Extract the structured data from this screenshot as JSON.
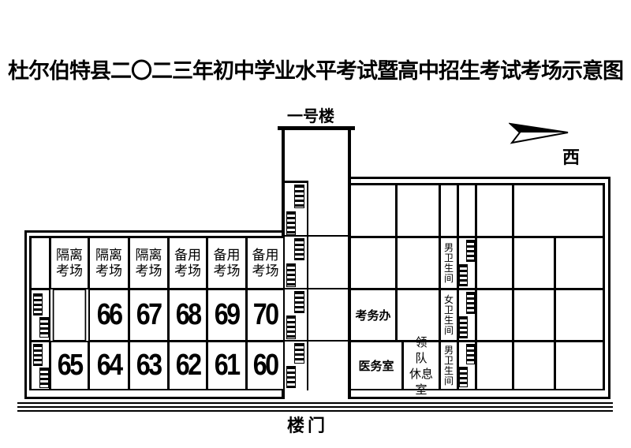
{
  "title": "杜尔伯特县二〇二三年初中学业水平考试暨高中招生考试考场示意图",
  "building_name": "一号楼",
  "compass": {
    "direction_label": "西",
    "icon": "arrow-west-icon"
  },
  "entrance_label": "楼门",
  "left_wing": {
    "top_row": [
      "隔离考场",
      "隔离考场",
      "隔离考场",
      "备用考场",
      "备用考场",
      "备用考场"
    ],
    "middle_row": [
      "",
      "66",
      "67",
      "68",
      "69",
      "70"
    ],
    "bottom_row": [
      "65",
      "64",
      "63",
      "62",
      "61",
      "60"
    ]
  },
  "right_wing": {
    "exam_office": "考务办",
    "medical_room": "医务室",
    "leader_lounge_line1": "领　队",
    "leader_lounge_line2": "休息室",
    "restroom_1": "男卫生间",
    "restroom_2": "女卫生间",
    "restroom_3": "男卫生间"
  },
  "colors": {
    "line": "#000000",
    "background": "#ffffff"
  }
}
